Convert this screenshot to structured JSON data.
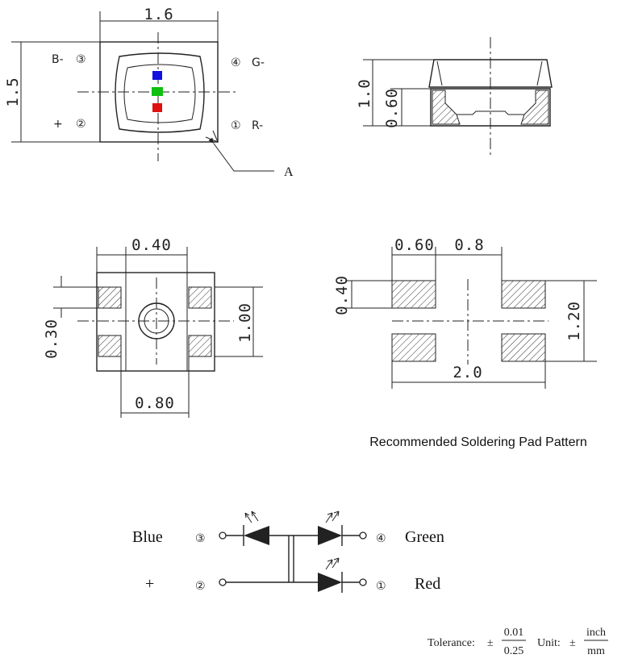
{
  "top_view": {
    "width_dim": "1.6",
    "height_dim": "1.5",
    "pins": {
      "p3": {
        "num": "③",
        "label": "B-"
      },
      "p4": {
        "num": "④",
        "label": "G-"
      },
      "p2": {
        "num": "②",
        "label": "+"
      },
      "p1": {
        "num": "①",
        "label": "R-"
      }
    },
    "callout": "A",
    "led_colors": {
      "blue": "#1010e0",
      "green": "#10c010",
      "red": "#e01010"
    }
  },
  "side_view": {
    "total_height_dim": "1.0",
    "body_height_dim": "0.60"
  },
  "bottom_view": {
    "pad_width_dim": "0.40",
    "pad_pitch_dim": "1.00",
    "pad_height_dim": "0.30",
    "inner_span_dim": "0.80"
  },
  "pad_pattern": {
    "pad_width_dim": "0.60",
    "gap_dim": "0.8",
    "pad_height_dim": "0.40",
    "pitch_dim": "1.20",
    "total_width_dim": "2.0",
    "caption": "Recommended Soldering Pad Pattern"
  },
  "schematic": {
    "rows": [
      {
        "left_label": "Blue",
        "left_num": "③",
        "right_num": "④",
        "right_label": "Green"
      },
      {
        "left_label": "+",
        "left_num": "②",
        "right_num": "①",
        "right_label": "Red"
      }
    ]
  },
  "tolerance": {
    "tol_label": "Tolerance:",
    "tol_sign": "±",
    "tol_top": "0.01",
    "tol_bottom": "0.25",
    "unit_label": "Unit:",
    "unit_sign": "±",
    "unit_top": "inch",
    "unit_bottom": "mm"
  }
}
